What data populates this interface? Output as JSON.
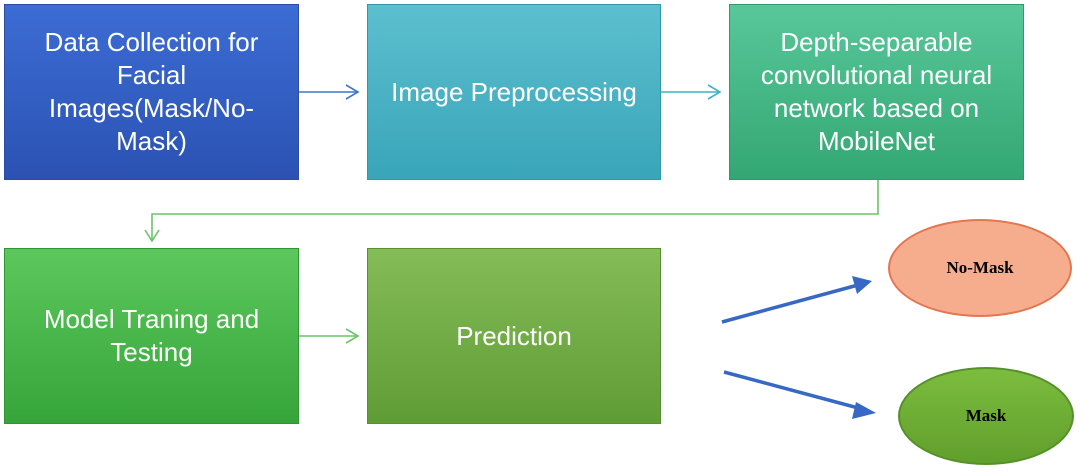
{
  "nodes": {
    "data_collection": "Data Collection for Facial Images(Mask/No-Mask)",
    "preprocessing": "Image Preprocessing",
    "network": "Depth-separable convolutional neural network based on MobileNet",
    "training": "Model Traning and Testing",
    "prediction": "Prediction"
  },
  "outcomes": {
    "no_mask": "No-Mask",
    "mask": "Mask"
  },
  "colors": {
    "flow_arrow": "#3a78c9",
    "cyan_arrow": "#3fb3c3",
    "green_arrow": "#5bc78b",
    "connector": "#6ac46a",
    "outcome_arrow": "#3768c4"
  }
}
